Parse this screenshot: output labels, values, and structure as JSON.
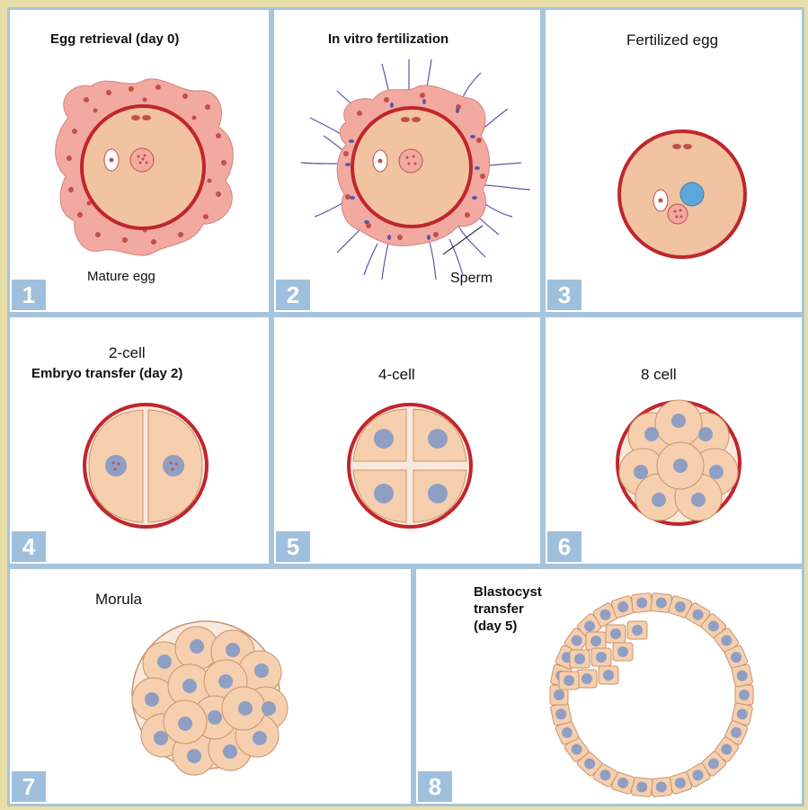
{
  "panels": [
    {
      "number": "1",
      "title": "Egg retrieval  (day 0)",
      "sublabel": "Mature egg"
    },
    {
      "number": "2",
      "title": "In vitro fertilization",
      "sublabel": "Sperm"
    },
    {
      "number": "3",
      "title": "Fertilized egg"
    },
    {
      "number": "4",
      "title": "2-cell",
      "subtitle": "Embryo transfer (day 2)"
    },
    {
      "number": "5",
      "title": "4-cell"
    },
    {
      "number": "6",
      "title": "8 cell"
    },
    {
      "number": "7",
      "title": "Morula"
    },
    {
      "number": "8",
      "title": "Blastocyst transfer (day 5)",
      "title_lines": [
        "Blastocyst",
        "transfer",
        "(day 5)"
      ]
    }
  ],
  "colors": {
    "border": "#a8c4da",
    "number_box": "#9fc0dc",
    "zona": "#c0262c",
    "cytoplasm": "#f2c3a0",
    "cell_fill": "#f6cfae",
    "nucleus": "#8f9fc4",
    "nucleus_dot": "#c0504d",
    "cumulus": "#f2a9a0",
    "sperm": "#5a58a8",
    "pronucleus_blue": "#5ba7d8",
    "background": "#e8dfa8"
  }
}
